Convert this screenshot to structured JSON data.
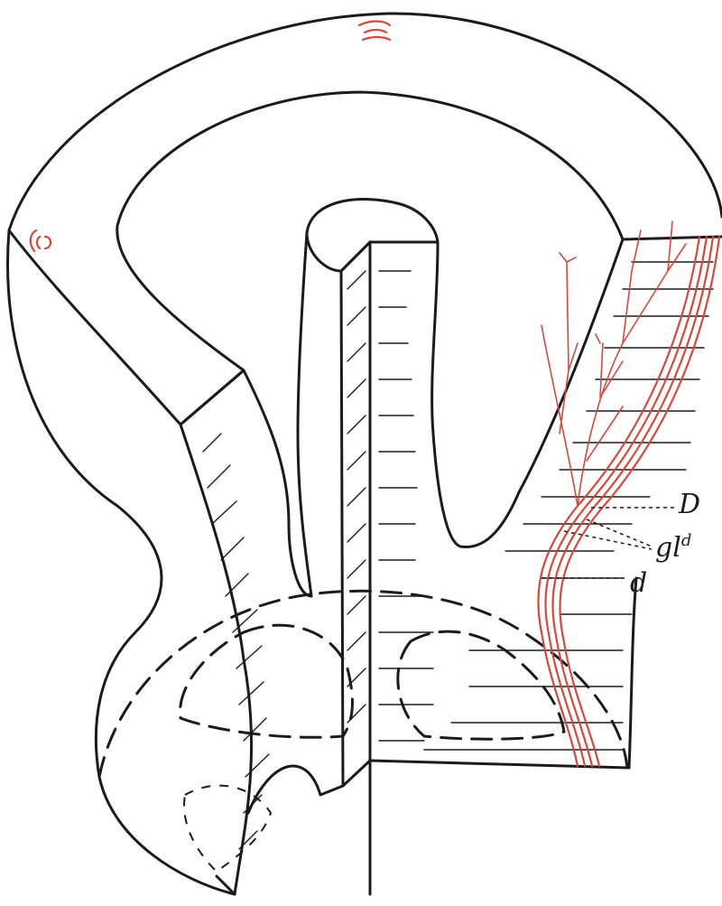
{
  "labels": {
    "D": "D",
    "gl_base": "gl",
    "gl_sup": "d",
    "d": "d"
  },
  "colors": {
    "outline": "#1b1b1b",
    "vessel": "#d8473a",
    "background": "#ffffff"
  }
}
